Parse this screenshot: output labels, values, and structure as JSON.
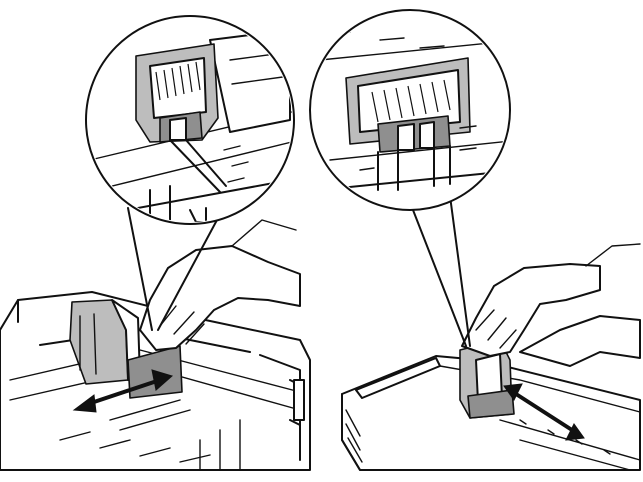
{
  "figure": {
    "panels": [
      {
        "id": "left",
        "magnifier": "callout-magnifier-left",
        "arrow": "double-arrow-horizontal"
      },
      {
        "id": "right",
        "magnifier": "callout-magnifier-right",
        "arrow": "double-arrow-diagonal"
      }
    ],
    "colors": {
      "line": "#111111",
      "shade": "#bdbdbd",
      "shade_dark": "#8f8f8f",
      "background": "#ffffff"
    }
  }
}
